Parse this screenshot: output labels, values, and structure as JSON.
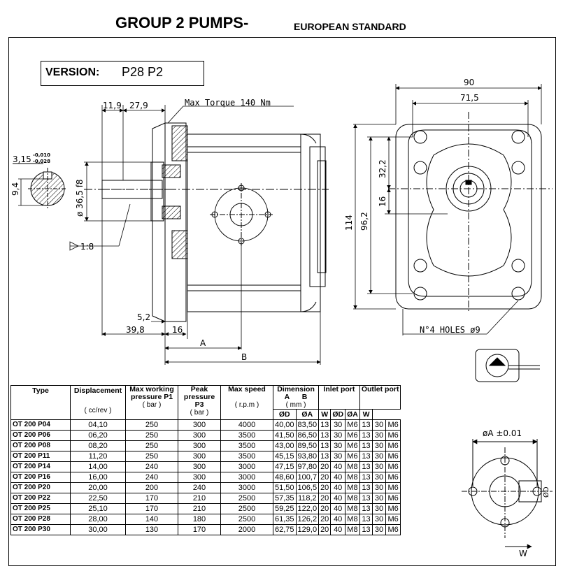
{
  "header": {
    "title": "GROUP 2 PUMPS-",
    "subtitle": "EUROPEAN STANDARD"
  },
  "version": {
    "label": "VERSION:",
    "value": "P28 P2"
  },
  "drawing": {
    "side_view": {
      "dim_11_9": "11,9",
      "dim_27_9": "27,9",
      "max_torque": "Max Torque 140 Nm",
      "tol_upper": "-0,010",
      "tol_lower": "-0,028",
      "key_width": "3,15",
      "key_height": "9,4",
      "pilot_diameter": "ø 36,5 f8",
      "taper": "1:8",
      "dim_5_2": "5,2",
      "dim_39_8": "39,8",
      "dim_16": "16",
      "dim_a": "A",
      "dim_b": "B"
    },
    "front_view": {
      "width_outer": "90",
      "width_inner": "71,5",
      "height_outer": "114",
      "height_inner": "96,2",
      "dim_32_2": "32,2",
      "dim_16": "16",
      "holes_note": "N°4 HOLES ø9"
    },
    "port_detail": {
      "tolerance_label": "øA ±0.01",
      "label_od": "ØD",
      "label_w": "W"
    }
  },
  "table": {
    "headers": {
      "type": "Type",
      "displacement": "Displacement",
      "displacement_unit": "( cc/rev )",
      "max_pressure": "Max working pressure P1",
      "max_pressure_unit": "( bar )",
      "peak_pressure": "Peak pressure P3",
      "peak_pressure_unit": "( bar )",
      "max_speed": "Max speed",
      "max_speed_unit": "( r.p.m )",
      "dimension": "Dimension",
      "dim_a": "A",
      "dim_b": "B",
      "dimension_unit": "( mm )",
      "inlet": "Inlet port",
      "outlet": "Outlet port",
      "od": "ØD",
      "oa": "ØA",
      "w": "W"
    },
    "rows": [
      [
        "OT 200 P04",
        "04,10",
        "250",
        "300",
        "4000",
        "40,00",
        "83,50",
        "13",
        "30",
        "M6",
        "13",
        "30",
        "M6"
      ],
      [
        "OT 200 P06",
        "06,20",
        "250",
        "300",
        "3500",
        "41,50",
        "86,50",
        "13",
        "30",
        "M6",
        "13",
        "30",
        "M6"
      ],
      [
        "OT 200 P08",
        "08,20",
        "250",
        "300",
        "3500",
        "43,00",
        "89,50",
        "13",
        "30",
        "M6",
        "13",
        "30",
        "M6"
      ],
      [
        "OT 200 P11",
        "11,20",
        "250",
        "300",
        "3500",
        "45,15",
        "93,80",
        "13",
        "30",
        "M6",
        "13",
        "30",
        "M6"
      ],
      [
        "OT 200 P14",
        "14,00",
        "240",
        "300",
        "3000",
        "47,15",
        "97,80",
        "20",
        "40",
        "M8",
        "13",
        "30",
        "M6"
      ],
      [
        "OT 200 P16",
        "16,00",
        "240",
        "300",
        "3000",
        "48,60",
        "100,7",
        "20",
        "40",
        "M8",
        "13",
        "30",
        "M6"
      ],
      [
        "OT 200 P20",
        "20,00",
        "200",
        "240",
        "3000",
        "51,50",
        "106,5",
        "20",
        "40",
        "M8",
        "13",
        "30",
        "M6"
      ],
      [
        "OT 200 P22",
        "22,50",
        "170",
        "210",
        "2500",
        "57,35",
        "118,2",
        "20",
        "40",
        "M8",
        "13",
        "30",
        "M6"
      ],
      [
        "OT 200 P25",
        "25,10",
        "170",
        "210",
        "2500",
        "59,25",
        "122,0",
        "20",
        "40",
        "M8",
        "13",
        "30",
        "M6"
      ],
      [
        "OT 200 P28",
        "28,00",
        "140",
        "180",
        "2500",
        "61,35",
        "126,2",
        "20",
        "40",
        "M8",
        "13",
        "30",
        "M6"
      ],
      [
        "OT 200 P30",
        "30,00",
        "130",
        "170",
        "2000",
        "62,75",
        "129,0",
        "20",
        "40",
        "M8",
        "13",
        "30",
        "M6"
      ]
    ]
  }
}
